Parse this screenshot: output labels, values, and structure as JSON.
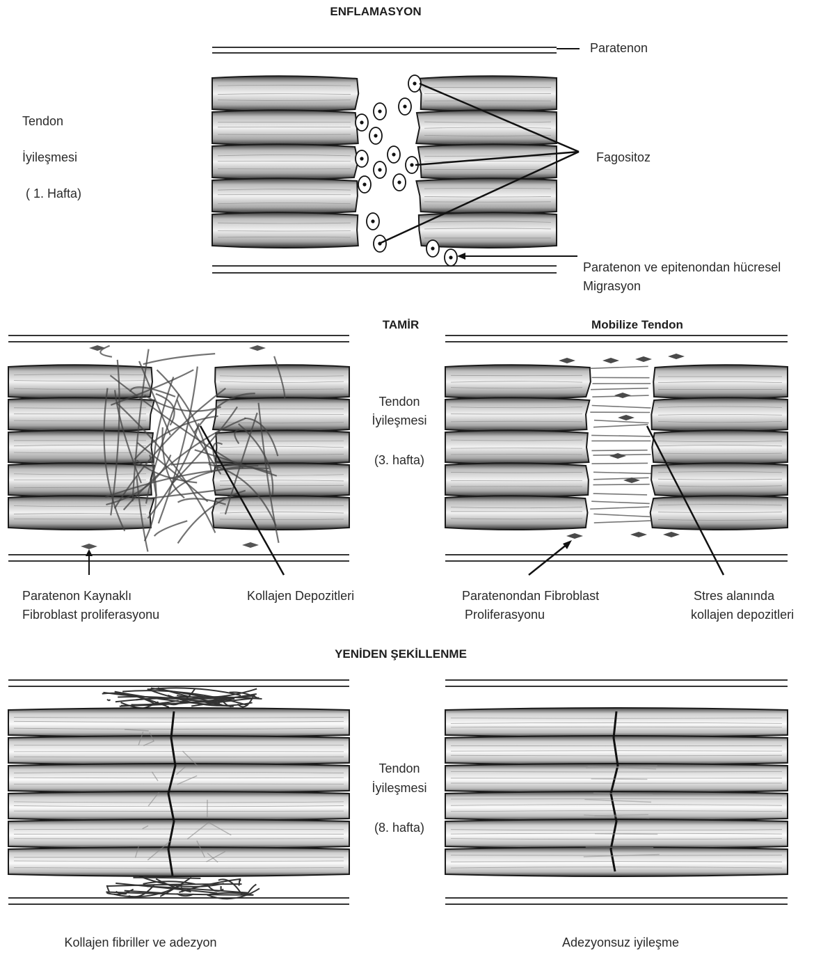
{
  "sections": {
    "enflamasyon": {
      "title": "ENFLAMASYON",
      "side_label": [
        "Tendon",
        "İyileşmesi",
        "( 1. Hafta)"
      ],
      "labels": {
        "paratenon": "Paratenon",
        "fagositoz": "Fagositoz",
        "migration_line1": "Paratenon ve epitenondan hücresel",
        "migration_line2": "Migrasyon"
      }
    },
    "tamir": {
      "title": "TAMİR",
      "mobilize_title": "Mobilize Tendon",
      "side_label": [
        "Tendon",
        "İyileşmesi",
        "(3. hafta)"
      ],
      "labels": {
        "paratenon_source_line1": "Paratenon Kaynaklı",
        "paratenon_source_line2": "Fibroblast proliferasyonu",
        "kollajen_depozitleri": "Kollajen Depozitleri",
        "paratenondan_line1": "Paratenondan Fibroblast",
        "paratenondan_line2": "Proliferasyonu",
        "stres_line1": "Stres alanında",
        "stres_line2": "kollajen depozitleri"
      }
    },
    "yeniden": {
      "title": "YENİDEN ŞEKİLLENME",
      "side_label": [
        "Tendon",
        "İyileşmesi",
        "(8. hafta)"
      ],
      "labels": {
        "kollajen_fibriller": "Kollajen fibriller ve adezyon",
        "adezyonsuz": "Adezyonsuz iyileşme"
      }
    }
  }
}
